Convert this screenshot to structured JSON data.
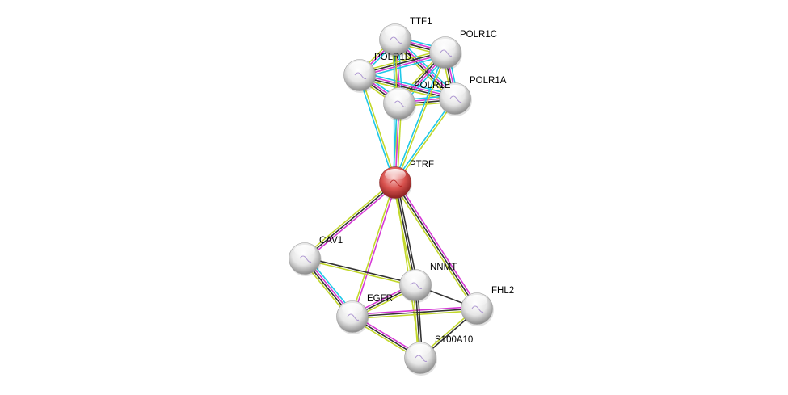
{
  "channel_colors": {
    "database": "#1ec8e8",
    "experiments": "#d63ad6",
    "textmining": "#c2d82c",
    "coexpression": "#333333"
  },
  "query_color": "#d9534f",
  "node_color": "#dcdcdc",
  "nodes": [
    {
      "id": "TTF1",
      "label": "TTF1"
    },
    {
      "id": "POLR1C",
      "label": "POLR1C"
    },
    {
      "id": "POLR1D",
      "label": "POLR1D"
    },
    {
      "id": "POLR1E",
      "label": "POLR1E"
    },
    {
      "id": "POLR1A",
      "label": "POLR1A"
    },
    {
      "id": "PTRF",
      "label": "PTRF",
      "query": true
    },
    {
      "id": "CAV1",
      "label": "CAV1"
    },
    {
      "id": "NNMT",
      "label": "NNMT"
    },
    {
      "id": "FHL2",
      "label": "FHL2"
    },
    {
      "id": "EGFR",
      "label": "EGFR"
    },
    {
      "id": "S100A10",
      "label": "S100A10"
    }
  ],
  "edges": [
    {
      "a": "TTF1",
      "b": "POLR1C",
      "ch": [
        "database",
        "experiments",
        "coexpression",
        "textmining"
      ]
    },
    {
      "a": "TTF1",
      "b": "POLR1D",
      "ch": [
        "database",
        "experiments",
        "textmining"
      ]
    },
    {
      "a": "TTF1",
      "b": "POLR1E",
      "ch": [
        "database",
        "experiments",
        "coexpression",
        "textmining"
      ]
    },
    {
      "a": "TTF1",
      "b": "POLR1A",
      "ch": [
        "database",
        "experiments",
        "coexpression",
        "textmining"
      ]
    },
    {
      "a": "POLR1C",
      "b": "POLR1D",
      "ch": [
        "database",
        "experiments",
        "coexpression",
        "textmining"
      ]
    },
    {
      "a": "POLR1C",
      "b": "POLR1E",
      "ch": [
        "database",
        "experiments",
        "coexpression",
        "textmining"
      ]
    },
    {
      "a": "POLR1C",
      "b": "POLR1A",
      "ch": [
        "database",
        "experiments",
        "coexpression",
        "textmining"
      ]
    },
    {
      "a": "POLR1D",
      "b": "POLR1E",
      "ch": [
        "database",
        "experiments",
        "coexpression",
        "textmining"
      ]
    },
    {
      "a": "POLR1D",
      "b": "POLR1A",
      "ch": [
        "database",
        "experiments",
        "coexpression",
        "textmining"
      ]
    },
    {
      "a": "POLR1E",
      "b": "POLR1A",
      "ch": [
        "database",
        "experiments",
        "coexpression",
        "textmining"
      ]
    },
    {
      "a": "PTRF",
      "b": "TTF1",
      "ch": [
        "database",
        "textmining"
      ]
    },
    {
      "a": "PTRF",
      "b": "POLR1D",
      "ch": [
        "database",
        "textmining"
      ]
    },
    {
      "a": "PTRF",
      "b": "POLR1E",
      "ch": [
        "database",
        "experiments",
        "textmining"
      ]
    },
    {
      "a": "PTRF",
      "b": "POLR1C",
      "ch": [
        "database",
        "textmining"
      ]
    },
    {
      "a": "PTRF",
      "b": "POLR1A",
      "ch": [
        "database",
        "textmining"
      ]
    },
    {
      "a": "PTRF",
      "b": "CAV1",
      "ch": [
        "experiments",
        "coexpression",
        "textmining"
      ]
    },
    {
      "a": "PTRF",
      "b": "EGFR",
      "ch": [
        "experiments",
        "textmining"
      ]
    },
    {
      "a": "PTRF",
      "b": "NNMT",
      "ch": [
        "coexpression",
        "coexpression",
        "textmining"
      ]
    },
    {
      "a": "PTRF",
      "b": "FHL2",
      "ch": [
        "experiments",
        "coexpression",
        "textmining"
      ]
    },
    {
      "a": "PTRF",
      "b": "S100A10",
      "ch": [
        "textmining"
      ]
    },
    {
      "a": "CAV1",
      "b": "EGFR",
      "ch": [
        "database",
        "experiments",
        "coexpression",
        "textmining"
      ]
    },
    {
      "a": "CAV1",
      "b": "NNMT",
      "ch": [
        "coexpression",
        "textmining"
      ]
    },
    {
      "a": "EGFR",
      "b": "NNMT",
      "ch": [
        "experiments",
        "coexpression",
        "textmining"
      ]
    },
    {
      "a": "EGFR",
      "b": "FHL2",
      "ch": [
        "experiments",
        "coexpression",
        "textmining"
      ]
    },
    {
      "a": "EGFR",
      "b": "S100A10",
      "ch": [
        "experiments",
        "coexpression",
        "textmining"
      ]
    },
    {
      "a": "NNMT",
      "b": "FHL2",
      "ch": [
        "coexpression"
      ]
    },
    {
      "a": "NNMT",
      "b": "S100A10",
      "ch": [
        "coexpression",
        "coexpression",
        "textmining"
      ]
    },
    {
      "a": "FHL2",
      "b": "S100A10",
      "ch": [
        "coexpression",
        "textmining"
      ]
    }
  ]
}
